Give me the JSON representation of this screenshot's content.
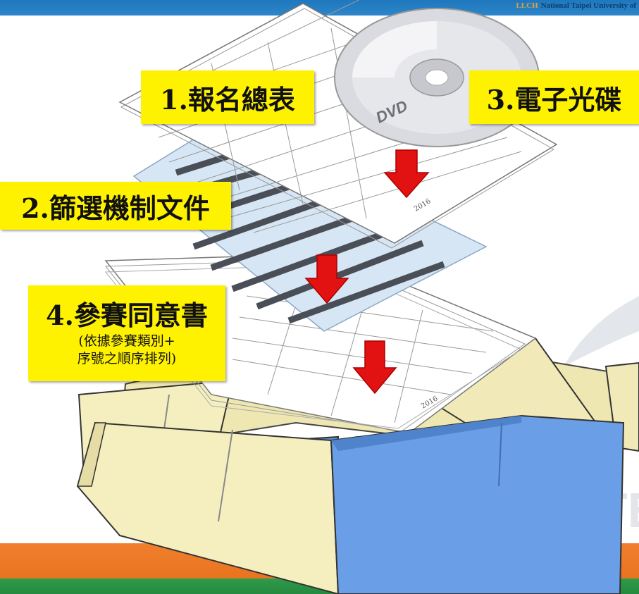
{
  "header": {
    "logo_text": "LLCH",
    "university": "National Taipei University of"
  },
  "labels": {
    "step1": "1.報名總表",
    "step2": "2.篩選機制文件",
    "step3": "3.電子光碟",
    "step4_title": "4.參賽同意書",
    "step4_note_line1": "(依據參賽類別+",
    "step4_note_line2": "序號之順序排列)"
  },
  "dvd_text": "DVD",
  "doc_year_text": "2016",
  "watermark_text": "TE",
  "colors": {
    "top_bar": "#1f77bd",
    "label_bg": "#fff200",
    "arrow": "#e31212",
    "box_front": "#6a9ee6",
    "box_side": "#f5efbf",
    "orange_band": "#f07f2e",
    "green_band": "#2f9a4a"
  },
  "icons": [
    "dvd-disc-icon",
    "down-arrow-icon",
    "cardboard-box-icon"
  ]
}
